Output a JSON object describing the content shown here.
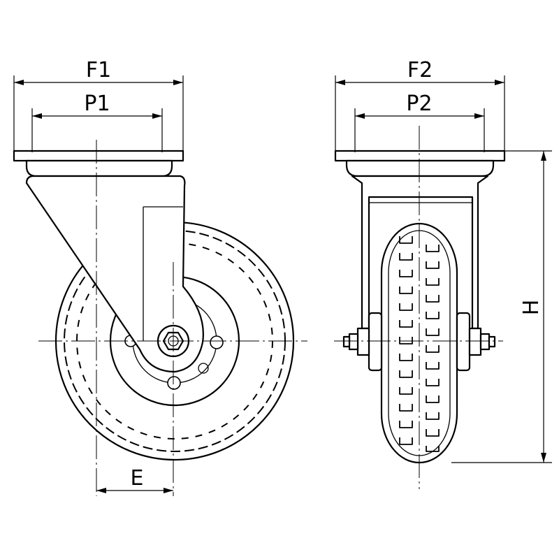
{
  "drawing": {
    "labels": {
      "f1": "F1",
      "p1": "P1",
      "e": "E",
      "f2": "F2",
      "p2": "P2",
      "h": "H"
    },
    "icons": {
      "side_view": "caster-side-view-icon",
      "front_view": "caster-front-view-icon"
    }
  }
}
